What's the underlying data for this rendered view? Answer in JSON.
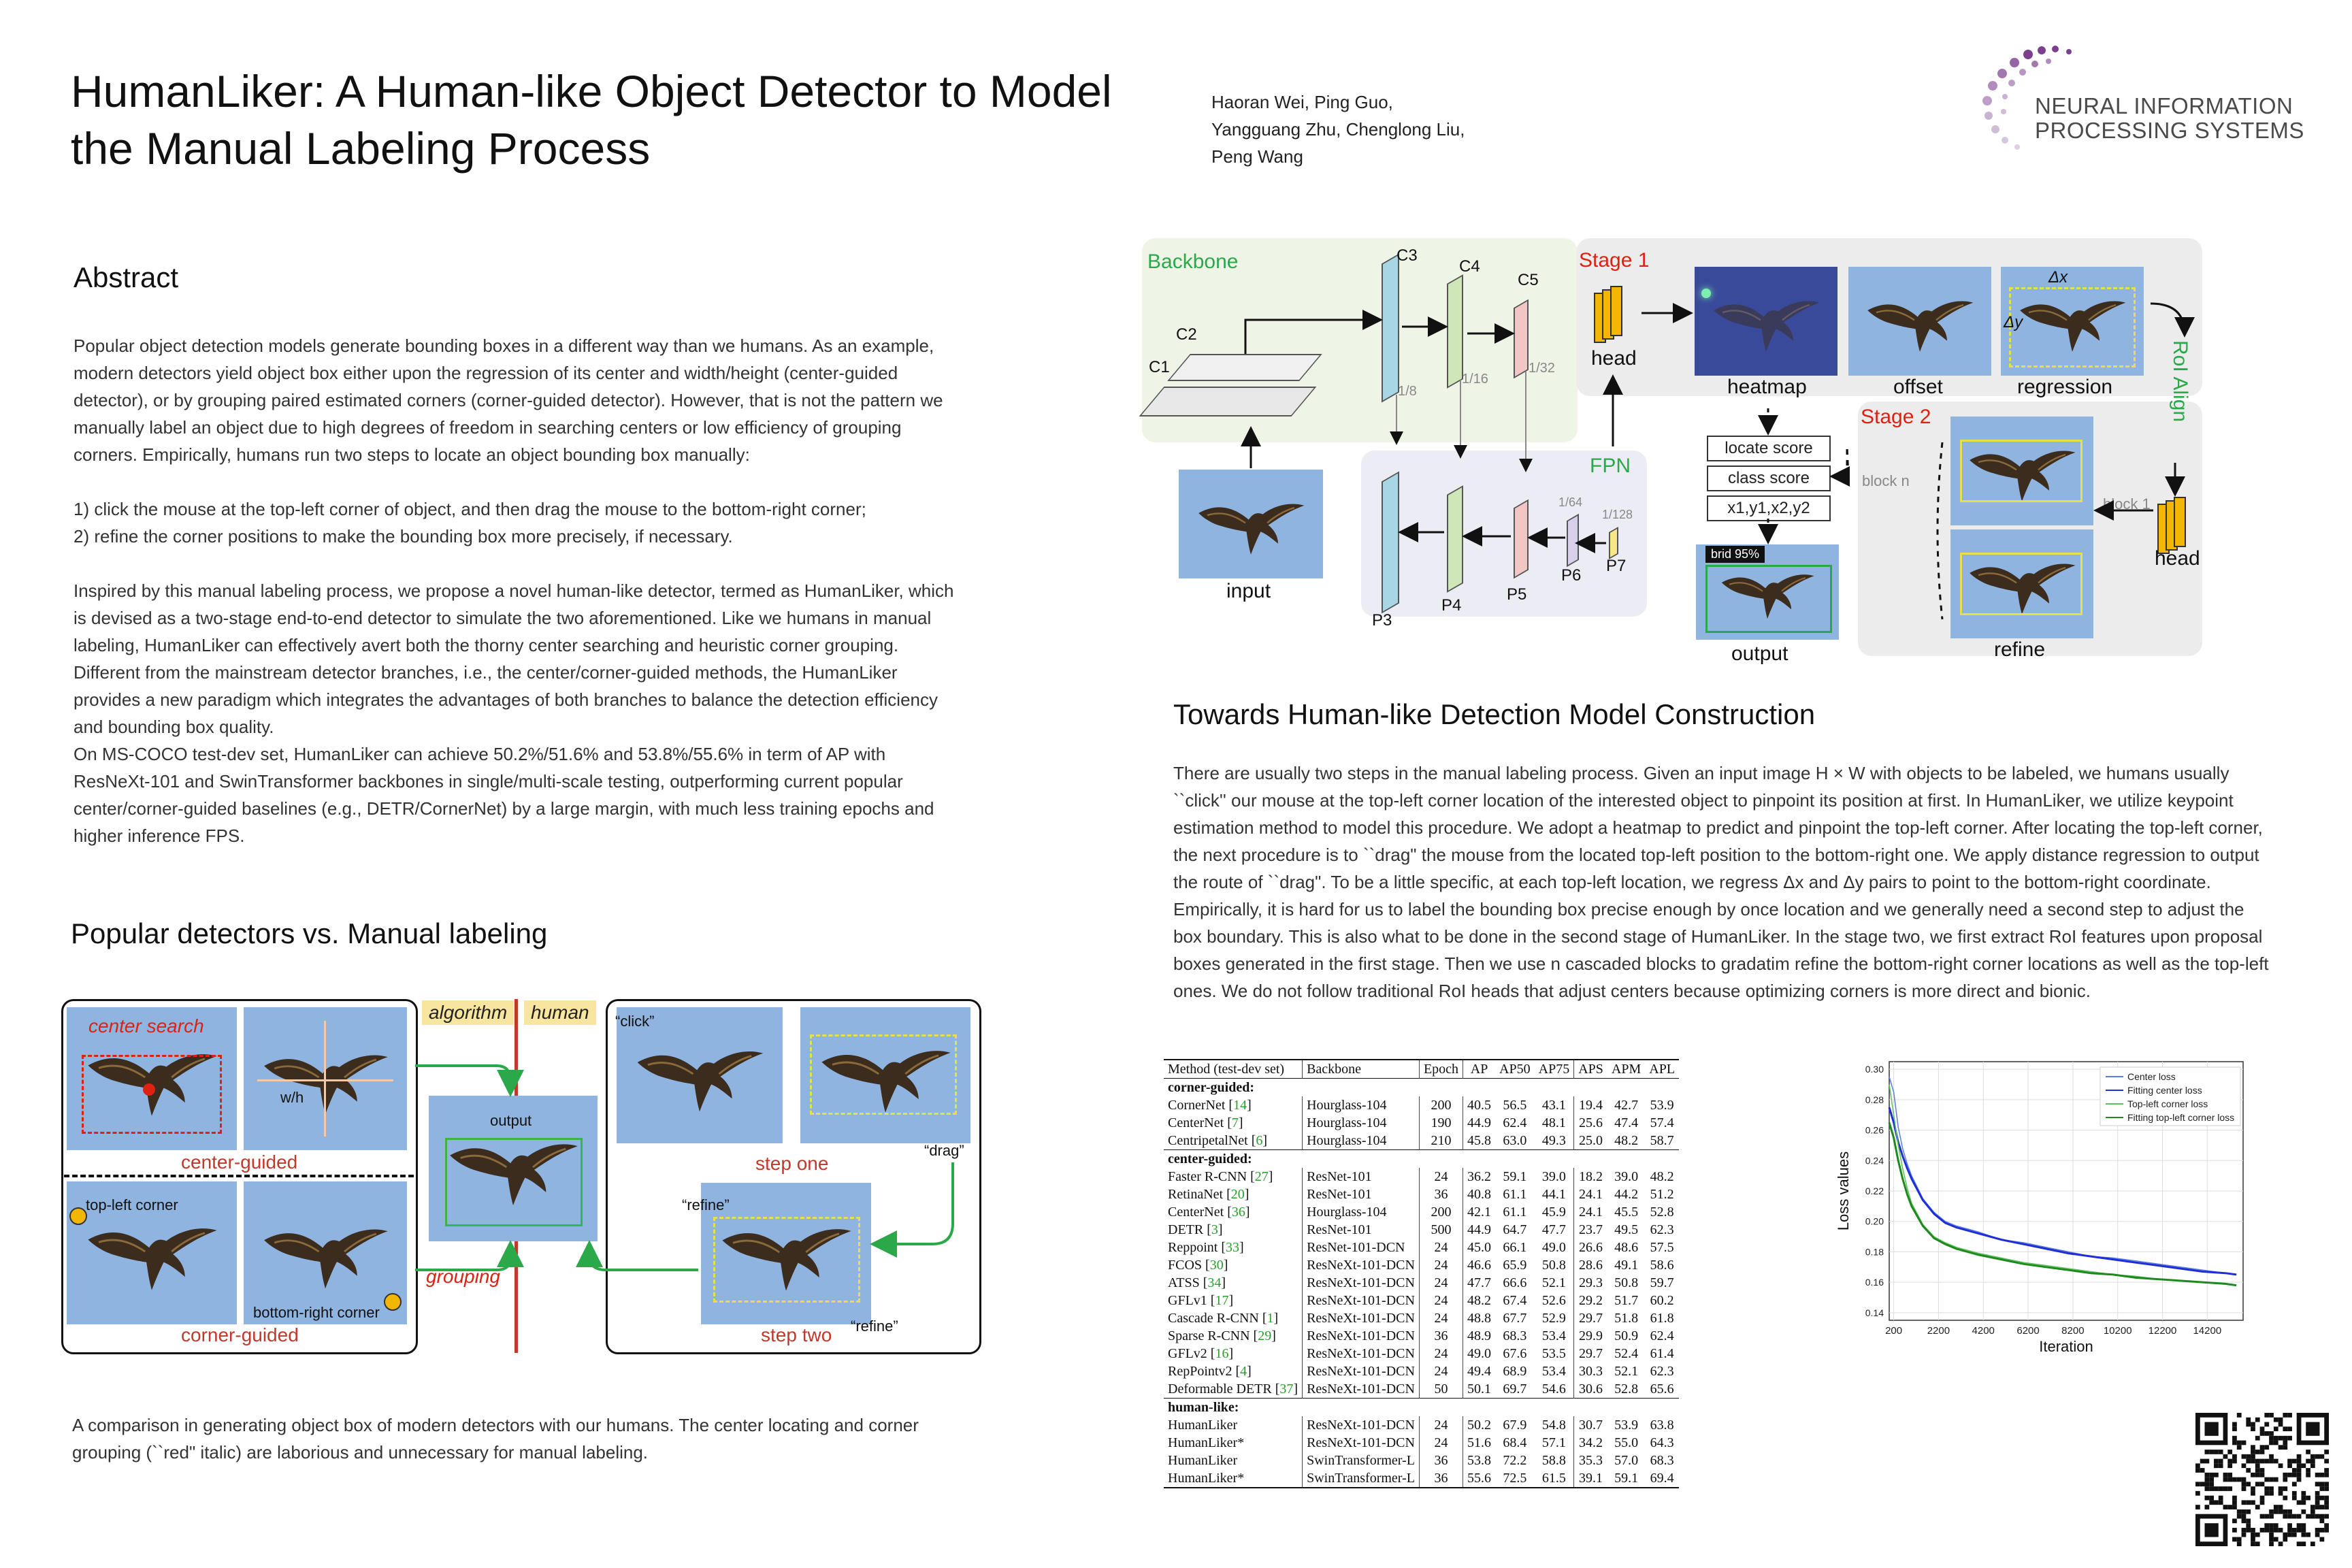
{
  "title": "HumanLiker: A Human-like Object Detector to Model the Manual Labeling Process",
  "authors": [
    "Haoran Wei, Ping Guo,",
    "Yangguang Zhu, Chenglong Liu,",
    "Peng Wang"
  ],
  "logo": {
    "line1": "NEURAL INFORMATION",
    "line2": "PROCESSING SYSTEMS"
  },
  "abstract": {
    "heading": "Abstract",
    "p1": "Popular object detection models generate bounding boxes in a different way than we humans. As an example, modern detectors yield object box either upon the regression of its center and width/height (center-guided detector), or by grouping paired estimated corners (corner-guided detector). However, that is not the pattern we manually label an object due to high degrees of freedom in searching centers or low efficiency of grouping corners. Empirically, humans run two steps to locate an object bounding box manually:",
    "item1": "1)   click the mouse at the top-left corner of object, and then drag the mouse to the bottom-right corner;",
    "item2": "2)   refine the corner positions to make the bounding box more precisely, if necessary.",
    "p2": "Inspired by this manual labeling process, we propose a novel human-like detector, termed as HumanLiker, which is devised as a two-stage end-to-end detector to simulate the two aforementioned. Like we humans in manual labeling, HumanLiker can effectively avert both the thorny center searching and heuristic corner grouping. Different from the mainstream detector branches, i.e., the center/corner-guided methods, the HumanLiker provides a new paradigm which integrates the advantages of both branches to balance the detection efficiency and bounding box quality.",
    "p3": "On MS-COCO test-dev set, HumanLiker can achieve 50.2%/51.6% and 53.8%/55.6% in term of AP with ResNeXt-101 and SwinTransformer backbones in single/multi-scale testing, outperforming current popular center/corner-guided baselines (e.g., DETR/CornerNet) by a large margin, with much less training epochs and higher inference FPS."
  },
  "comparison": {
    "heading": "Popular detectors vs. Manual labeling",
    "algorithm": "algorithm",
    "human": "human",
    "center_search": "center search",
    "wh": "w/h",
    "center_guided": "center-guided",
    "top_left_corner": "top-left corner",
    "bottom_right_corner": "bottom-right corner",
    "corner_guided": "corner-guided",
    "grouping": "grouping",
    "output": "output",
    "click": "“click”",
    "drag": "“drag”",
    "step_one": "step one",
    "refine1": "“refine”",
    "refine2": "“refine”",
    "step_two": "step two",
    "caption": "A comparison in generating object box of modern detectors with our humans. The center locating and corner grouping (``red\" italic) are laborious and unnecessary for manual labeling."
  },
  "arch": {
    "backbone": "Backbone",
    "c1": "C1",
    "c2": "C2",
    "c3": "C3",
    "c4": "C4",
    "c5": "C5",
    "s8": "1/8",
    "s16": "1/16",
    "s32": "1/32",
    "s64": "1/64",
    "s128": "1/128",
    "input": "input",
    "fpn": "FPN",
    "p3": "P3",
    "p4": "P4",
    "p5": "P5",
    "p6": "P6",
    "p7": "P7",
    "stage1": "Stage 1",
    "head1": "head",
    "heatmap": "heatmap",
    "offset": "offset",
    "regression": "regression",
    "dx": "Δx",
    "dy": "Δy",
    "roi_align": "RoI Align",
    "stage2": "Stage 2",
    "block_n": "block n",
    "block_1": "block 1",
    "head2": "head",
    "refine": "refine",
    "locate_score": "locate score",
    "class_score": "class score",
    "coords": "x1,y1,x2,y2",
    "det_label": "brid 95%",
    "output": "output"
  },
  "construction": {
    "heading": "Towards Human-like Detection Model Construction",
    "text": "There are usually two steps in the manual labeling process. Given an input image H × W with objects to be labeled, we humans usually ``click'' our mouse at the top-left corner location of the interested object to pinpoint its position at first.  In HumanLiker, we utilize keypoint estimation method to model this procedure. We adopt a heatmap to predict and pinpoint the top-left corner. After locating the top-left corner, the next procedure is to ``drag\" the mouse from the located top-left position to the bottom-right one. We apply distance regression to output the route of ``drag\". To be a little specific, at each top-left location, we regress  Δx and  Δy pairs to point to the bottom-right coordinate. Empirically, it is hard for us to label the bounding box precise enough by once location and we generally need a second step to adjust the box boundary. This is also what to be done in the second stage of HumanLiker. In the stage two, we first extract RoI features upon proposal boxes generated in the first stage. Then we use n cascaded blocks to gradatim refine the bottom-right corner locations as well as the top-left ones. We do not follow traditional RoI heads that adjust centers because optimizing corners is more direct and bionic."
  },
  "table": {
    "headers": [
      "Method (test-dev set)",
      "Backbone",
      "Epoch",
      "AP",
      "AP50",
      "AP75",
      "APS",
      "APM",
      "APL"
    ],
    "groups": [
      {
        "name": "corner-guided:",
        "rows": [
          {
            "m": "CornerNet",
            "r": "14",
            "b": "Hourglass-104",
            "v": [
              "200",
              "40.5",
              "56.5",
              "43.1",
              "19.4",
              "42.7",
              "53.9"
            ]
          },
          {
            "m": "CenterNet",
            "r": "7",
            "b": "Hourglass-104",
            "v": [
              "190",
              "44.9",
              "62.4",
              "48.1",
              "25.6",
              "47.4",
              "57.4"
            ]
          },
          {
            "m": "CentripetalNet",
            "r": "6",
            "b": "Hourglass-104",
            "v": [
              "210",
              "45.8",
              "63.0",
              "49.3",
              "25.0",
              "48.2",
              "58.7"
            ]
          }
        ]
      },
      {
        "name": "center-guided:",
        "rows": [
          {
            "m": "Faster R-CNN",
            "r": "27",
            "b": "ResNet-101",
            "v": [
              "24",
              "36.2",
              "59.1",
              "39.0",
              "18.2",
              "39.0",
              "48.2"
            ]
          },
          {
            "m": "RetinaNet",
            "r": "20",
            "b": "ResNet-101",
            "v": [
              "36",
              "40.8",
              "61.1",
              "44.1",
              "24.1",
              "44.2",
              "51.2"
            ]
          },
          {
            "m": "CenterNet",
            "r": "36",
            "b": "Hourglass-104",
            "v": [
              "200",
              "42.1",
              "61.1",
              "45.9",
              "24.1",
              "45.5",
              "52.8"
            ]
          },
          {
            "m": "DETR",
            "r": "3",
            "b": "ResNet-101",
            "v": [
              "500",
              "44.9",
              "64.7",
              "47.7",
              "23.7",
              "49.5",
              "62.3"
            ]
          },
          {
            "m": "Reppoint",
            "r": "33",
            "b": "ResNet-101-DCN",
            "v": [
              "24",
              "45.0",
              "66.1",
              "49.0",
              "26.6",
              "48.6",
              "57.5"
            ]
          },
          {
            "m": "FCOS",
            "r": "30",
            "b": "ResNeXt-101-DCN",
            "v": [
              "24",
              "46.6",
              "65.9",
              "50.8",
              "28.6",
              "49.1",
              "58.6"
            ]
          },
          {
            "m": "ATSS",
            "r": "34",
            "b": "ResNeXt-101-DCN",
            "v": [
              "24",
              "47.7",
              "66.6",
              "52.1",
              "29.3",
              "50.8",
              "59.7"
            ]
          },
          {
            "m": "GFLv1",
            "r": "17",
            "b": "ResNeXt-101-DCN",
            "v": [
              "24",
              "48.2",
              "67.4",
              "52.6",
              "29.2",
              "51.7",
              "60.2"
            ]
          },
          {
            "m": "Cascade R-CNN",
            "r": "1",
            "b": "ResNeXt-101-DCN",
            "v": [
              "24",
              "48.8",
              "67.7",
              "52.9",
              "29.7",
              "51.8",
              "61.8"
            ]
          },
          {
            "m": "Sparse R-CNN",
            "r": "29",
            "b": "ResNeXt-101-DCN",
            "v": [
              "36",
              "48.9",
              "68.3",
              "53.4",
              "29.9",
              "50.9",
              "62.4"
            ]
          },
          {
            "m": "GFLv2",
            "r": "16",
            "b": "ResNeXt-101-DCN",
            "v": [
              "24",
              "49.0",
              "67.6",
              "53.5",
              "29.7",
              "52.4",
              "61.4"
            ]
          },
          {
            "m": "RepPointv2",
            "r": "4",
            "b": "ResNeXt-101-DCN",
            "v": [
              "24",
              "49.4",
              "68.9",
              "53.4",
              "30.3",
              "52.1",
              "62.3"
            ]
          },
          {
            "m": "Deformable DETR",
            "r": "37",
            "b": "ResNeXt-101-DCN",
            "v": [
              "50",
              "50.1",
              "69.7",
              "54.6",
              "30.6",
              "52.8",
              "65.6"
            ]
          }
        ]
      },
      {
        "name": "human-like:",
        "rows": [
          {
            "m": "HumanLiker",
            "r": "",
            "b": "ResNeXt-101-DCN",
            "v": [
              "24",
              "50.2",
              "67.9",
              "54.8",
              "30.7",
              "53.9",
              "63.8"
            ]
          },
          {
            "m": "HumanLiker*",
            "r": "",
            "b": "ResNeXt-101-DCN",
            "v": [
              "24",
              "51.6",
              "68.4",
              "57.1",
              "34.2",
              "55.0",
              "64.3"
            ]
          },
          {
            "m": "HumanLiker",
            "r": "",
            "b": "SwinTransformer-L",
            "v": [
              "36",
              "53.8",
              "72.2",
              "58.8",
              "35.3",
              "57.0",
              "68.3"
            ]
          },
          {
            "m": "HumanLiker*",
            "r": "",
            "b": "SwinTransformer-L",
            "v": [
              "36",
              "55.6",
              "72.5",
              "61.5",
              "39.1",
              "59.1",
              "69.4"
            ]
          }
        ]
      }
    ]
  },
  "chart_data": {
    "type": "line",
    "xlabel": "Iteration",
    "ylabel": "Loss values",
    "xlim": [
      0,
      15800
    ],
    "ylim": [
      0.135,
      0.305
    ],
    "xticks": [
      200,
      2200,
      4200,
      6200,
      8200,
      10200,
      12200,
      14200
    ],
    "yticks": [
      0.14,
      0.16,
      0.18,
      0.2,
      0.22,
      0.24,
      0.26,
      0.28,
      0.3
    ],
    "grid": true,
    "legend_position": "top-right",
    "series": [
      {
        "name": "Center loss",
        "color": "#5b7de0",
        "x": [
          0,
          200,
          400,
          600,
          800,
          1000,
          1500,
          2000,
          2500,
          3000,
          3500,
          4000,
          5000,
          6000,
          7000,
          8000,
          9000,
          10000,
          11000,
          12000,
          13000,
          14000,
          15000,
          15500
        ],
        "y": [
          0.295,
          0.285,
          0.262,
          0.248,
          0.238,
          0.23,
          0.215,
          0.206,
          0.2,
          0.197,
          0.195,
          0.193,
          0.188,
          0.186,
          0.183,
          0.18,
          0.177,
          0.176,
          0.174,
          0.172,
          0.17,
          0.168,
          0.166,
          0.165
        ]
      },
      {
        "name": "Fitting center loss",
        "color": "#1f2fd6",
        "x": [
          0,
          200,
          400,
          600,
          800,
          1000,
          1500,
          2000,
          2500,
          3000,
          3500,
          4000,
          5000,
          6000,
          7000,
          8000,
          9000,
          10000,
          11000,
          12000,
          13000,
          14000,
          15000,
          15500
        ],
        "y": [
          0.275,
          0.265,
          0.252,
          0.243,
          0.235,
          0.228,
          0.214,
          0.205,
          0.199,
          0.196,
          0.194,
          0.192,
          0.188,
          0.185,
          0.182,
          0.179,
          0.177,
          0.175,
          0.173,
          0.171,
          0.169,
          0.167,
          0.166,
          0.165
        ]
      },
      {
        "name": "Top-left corner loss",
        "color": "#5ec05e",
        "x": [
          0,
          200,
          400,
          600,
          800,
          1000,
          1500,
          2000,
          2500,
          3000,
          3500,
          4000,
          5000,
          6000,
          7000,
          8000,
          9000,
          10000,
          11000,
          12000,
          13000,
          14000,
          15000,
          15500
        ],
        "y": [
          0.29,
          0.27,
          0.25,
          0.235,
          0.222,
          0.212,
          0.198,
          0.19,
          0.186,
          0.183,
          0.181,
          0.179,
          0.176,
          0.173,
          0.171,
          0.169,
          0.167,
          0.165,
          0.164,
          0.162,
          0.161,
          0.16,
          0.159,
          0.158
        ]
      },
      {
        "name": "Fitting top-left corner loss",
        "color": "#1e8a1e",
        "x": [
          0,
          200,
          400,
          600,
          800,
          1000,
          1500,
          2000,
          2500,
          3000,
          3500,
          4000,
          5000,
          6000,
          7000,
          8000,
          9000,
          10000,
          11000,
          12000,
          13000,
          14000,
          15000,
          15500
        ],
        "y": [
          0.265,
          0.255,
          0.24,
          0.228,
          0.218,
          0.21,
          0.197,
          0.189,
          0.185,
          0.182,
          0.18,
          0.178,
          0.175,
          0.172,
          0.17,
          0.168,
          0.166,
          0.165,
          0.163,
          0.162,
          0.161,
          0.16,
          0.159,
          0.158
        ]
      }
    ]
  },
  "colors": {
    "accent_green": "#2aa84a",
    "accent_red": "#c0392b",
    "bird_sky": "#8fb4e0",
    "purple_logo": "#7b3f8f"
  }
}
